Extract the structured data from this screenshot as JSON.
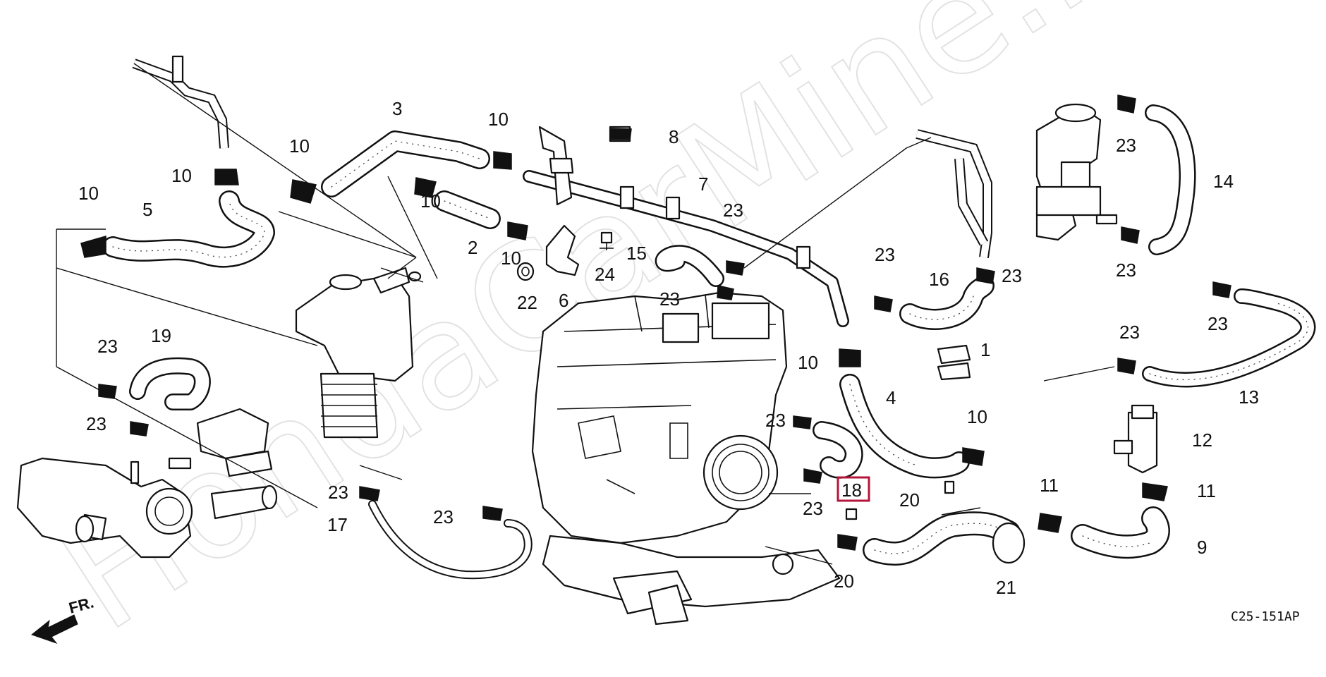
{
  "watermark": "HondaCarMine.ru",
  "diagram_code": "C25-151AP",
  "direction_label": "FR.",
  "highlighted_callout": "18",
  "accent_color": "#b5153a",
  "callouts": {
    "c1": "1",
    "c2": "2",
    "c3": "3",
    "c4": "4",
    "c5": "5",
    "c6": "6",
    "c7": "7",
    "c8": "8",
    "c9": "9",
    "c10a": "10",
    "c10b": "10",
    "c10c": "10",
    "c10d": "10",
    "c10e": "10",
    "c10f": "10",
    "c10g": "10",
    "c10h": "10",
    "c11a": "11",
    "c11b": "11",
    "c12": "12",
    "c13": "13",
    "c14": "14",
    "c15": "15",
    "c16": "16",
    "c17": "17",
    "c18": "18",
    "c19": "19",
    "c20a": "20",
    "c20b": "20",
    "c21": "21",
    "c22": "22",
    "c23a": "23",
    "c23b": "23",
    "c23c": "23",
    "c23d": "23",
    "c23e": "23",
    "c23f": "23",
    "c23g": "23",
    "c23h": "23",
    "c23i": "23",
    "c23j": "23",
    "c23k": "23",
    "c23l": "23",
    "c23m": "23",
    "c23n": "23",
    "c24": "24"
  }
}
